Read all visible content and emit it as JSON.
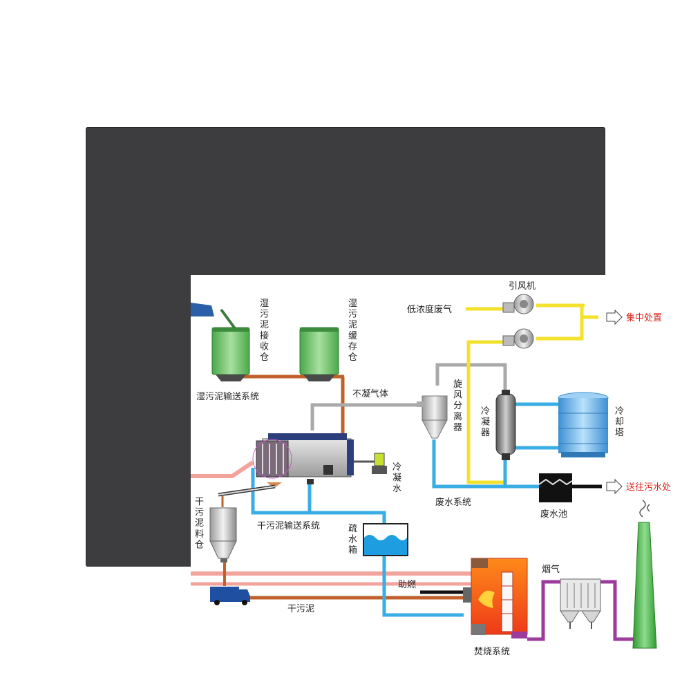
{
  "labels": {
    "wet_receive_bin": "湿污泥接收仓",
    "wet_buffer_bin": "湿污泥缓存仓",
    "wet_conveying": "湿污泥输送系统",
    "noncondensable_gas": "不凝气体",
    "low_conc_gas": "低浓度废气",
    "fan": "引风机",
    "central_treatment": "集中处置",
    "cyclone": "旋风分离器",
    "condenser": "冷凝器",
    "cooling_tower": "冷却塔",
    "condensate": "冷凝水",
    "to_sewage": "送往污水处",
    "wastewater_sys": "废水系统",
    "wastewater_pool": "废水池",
    "dry_silo": "干污泥料仓",
    "dry_conveying": "干污泥输送系统",
    "drain_tank": "疏水箱",
    "combustion_aid": "助燃",
    "flue_gas": "烟气",
    "dry_sludge": "干污泥",
    "incineration": "焚烧系统"
  },
  "colors": {
    "steam": "#f2a39c",
    "sludge": "#c0612b",
    "water": "#3aaee4",
    "gas_gray": "#a9a9a9",
    "gas_yellow": "#f2e22c",
    "flue": "#9c3b9c",
    "chimney": "#4cb54c",
    "tank_green": "#6cc46c",
    "bezel": "#3d3d3f"
  }
}
